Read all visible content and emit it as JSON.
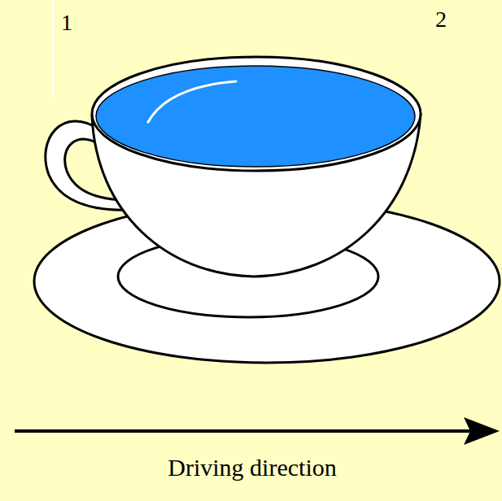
{
  "diagram": {
    "labels": [
      "1",
      "2",
      "Driving direction"
    ]
  }
}
